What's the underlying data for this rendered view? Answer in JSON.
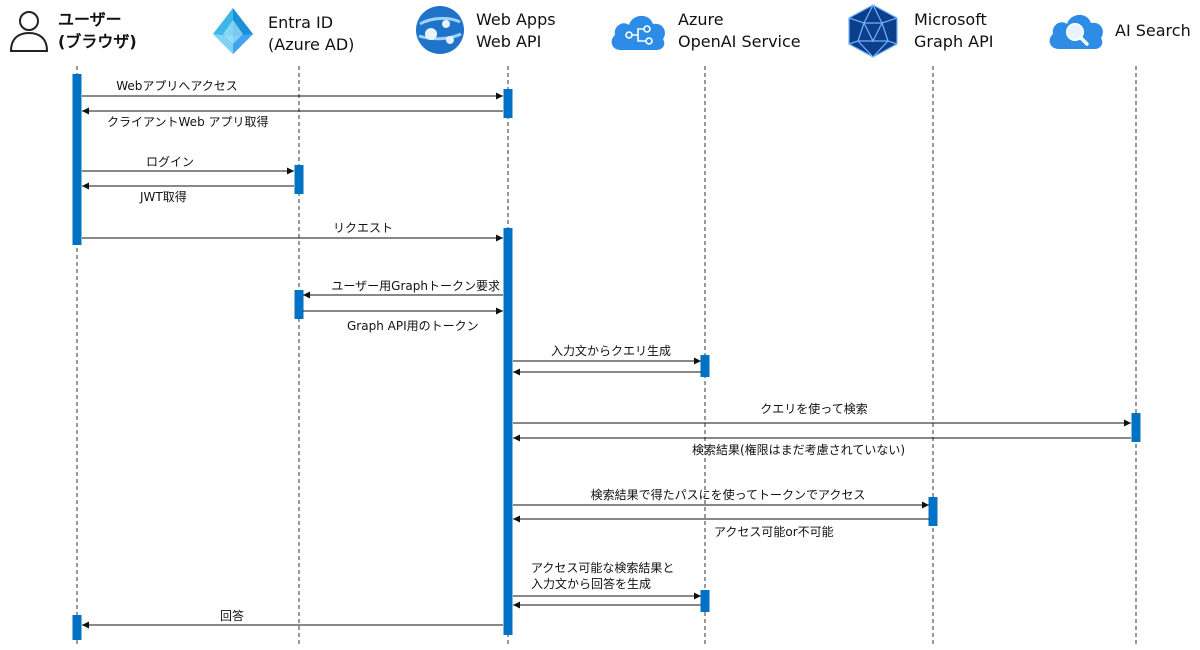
{
  "participants": [
    {
      "id": "user",
      "line1": "ユーザー",
      "line2": "(ブラウザ)",
      "icon": "user-icon"
    },
    {
      "id": "entra",
      "line1": "Entra ID",
      "line2": "(Azure AD)",
      "icon": "entra-id-icon"
    },
    {
      "id": "webapps",
      "line1": "Web Apps",
      "line2": "Web API",
      "icon": "web-apps-icon"
    },
    {
      "id": "openai",
      "line1": "Azure",
      "line2": "OpenAI Service",
      "icon": "azure-openai-icon"
    },
    {
      "id": "graph",
      "line1": "Microsoft",
      "line2": "Graph API",
      "icon": "graph-api-icon"
    },
    {
      "id": "search",
      "line1": "AI Search",
      "line2": "",
      "icon": "ai-search-icon"
    }
  ],
  "messages": [
    {
      "label": "Webアプリへアクセス"
    },
    {
      "label": "クライアントWeb アプリ取得"
    },
    {
      "label": "ログイン"
    },
    {
      "label": "JWT取得"
    },
    {
      "label": "リクエスト"
    },
    {
      "label": "ユーザー用Graphトークン要求"
    },
    {
      "label": "Graph API用のトークン"
    },
    {
      "label": "入力文からクエリ生成"
    },
    {
      "label": ""
    },
    {
      "label": "クエリを使って検索"
    },
    {
      "label": "検索結果(権限はまだ考慮されていない)"
    },
    {
      "label": "検索結果で得たパスにを使ってトークンでアクセス"
    },
    {
      "label": "アクセス可能or不可能"
    },
    {
      "label": "アクセス可能な検索結果と\n入力文から回答を生成"
    },
    {
      "label": ""
    },
    {
      "label": "回答"
    }
  ],
  "colors": {
    "activation": "#0072c6",
    "line": "#333333",
    "arrow": "#111111"
  }
}
